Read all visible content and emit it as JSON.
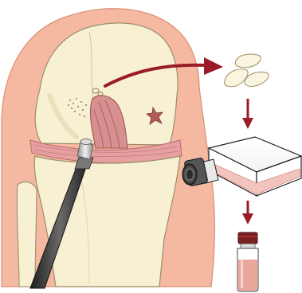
{
  "illustration": {
    "subject": "",
    "panels": [
      "knee-joint",
      "arrow-to-chondrocytes",
      "culture-flask",
      "cell-suspension-vial"
    ]
  },
  "colors": {
    "skin": "#f5b8a0",
    "skin_outline": "#d98f74",
    "bone": "#f7f0d2",
    "bone_outline": "#9b8f6a",
    "ligament": "#cf8a8a",
    "ligament_dark": "#a55555",
    "arrow": "#9a1c27",
    "scope_body": "#3a3a3a",
    "flask_media": "#f2c4bd",
    "vial_fluid": "#e8a89a",
    "vial_cap": "#7a1f22"
  },
  "icons": [
    "arthroscope-icon",
    "chondrocyte-icon",
    "flask-icon",
    "vial-icon",
    "arrow-icon",
    "defect-star-icon"
  ]
}
